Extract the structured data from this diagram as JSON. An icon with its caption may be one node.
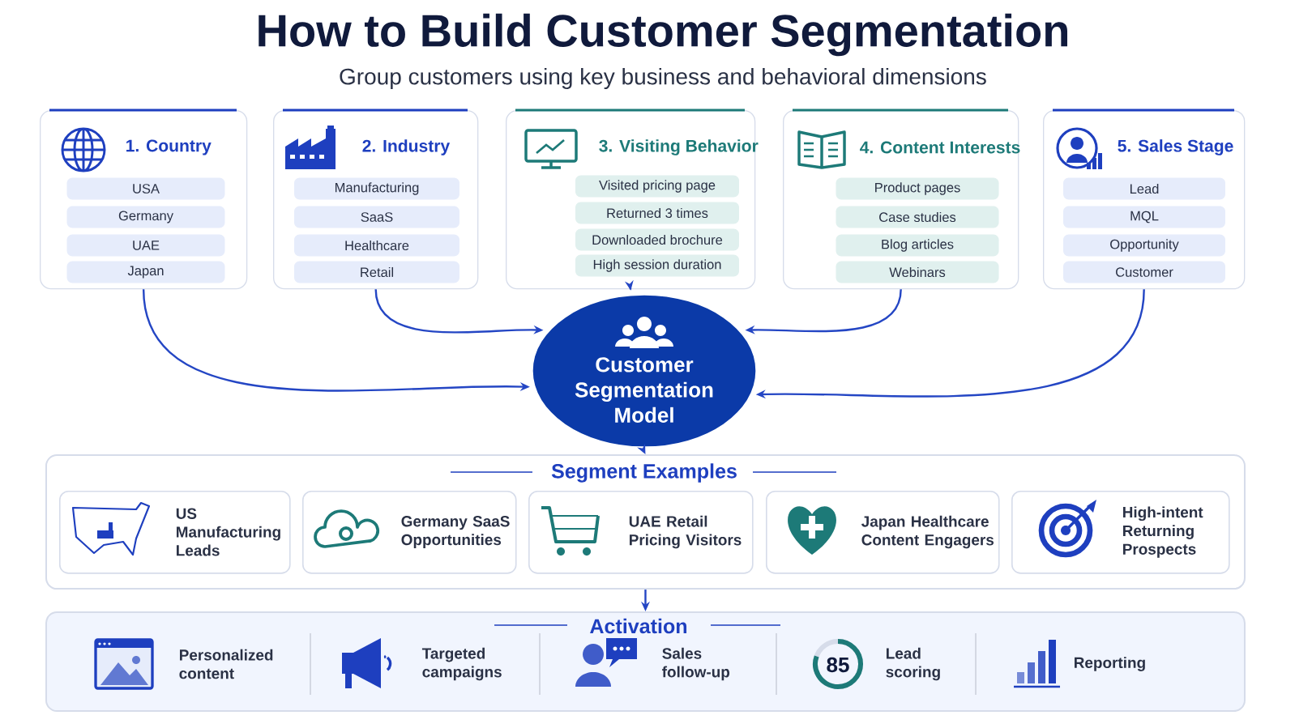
{
  "diagram": {
    "title": "How to Build Customer Segmentation",
    "nodes": [
      {
        "text": [
          "1. Country"
        ]
      },
      {
        "text": [
          "USA"
        ],
        "in": 0
      },
      {
        "text": [
          "Germany"
        ],
        "in": 0
      },
      {
        "text": [
          "UAE"
        ],
        "in": 0
      },
      {
        "text": [
          "Japan"
        ],
        "in": 0
      },
      {
        "text": [
          "2. Industry"
        ]
      },
      {
        "text": [
          "Manufacturing"
        ],
        "in": 5
      },
      {
        "text": [
          "SaaS"
        ],
        "in": 5
      },
      {
        "text": [
          "Healthcare"
        ],
        "in": 5
      },
      {
        "text": [
          "Retail"
        ],
        "in": 5
      },
      {
        "text": [
          "3. Visiting Behavior"
        ]
      },
      {
        "text": [
          "Visited pricing page"
        ],
        "in": 10
      },
      {
        "text": [
          "Returned 3 times"
        ],
        "in": 10
      },
      {
        "text": [
          "Downloaded brochure"
        ],
        "in": 10
      },
      {
        "text": [
          "High session duration"
        ],
        "in": 10
      },
      {
        "text": [
          "4. Content Interests"
        ]
      },
      {
        "text": [
          "Product pages"
        ],
        "in": 15
      },
      {
        "text": [
          "Case studies"
        ],
        "in": 15
      },
      {
        "text": [
          "Blog articles"
        ],
        "in": 15
      },
      {
        "text": [
          "Webinars"
        ],
        "in": 15
      },
      {
        "text": [
          "5. Sales Stage"
        ]
      },
      {
        "text": [
          "Lead"
        ],
        "in": 20
      },
      {
        "text": [
          "MQL"
        ],
        "in": 20
      },
      {
        "text": [
          "Opportunity"
        ],
        "in": 20
      },
      {
        "text": [
          "Customer"
        ],
        "in": 20
      },
      {
        "text": [
          "Customer Segmentation Model"
        ]
      },
      {
        "text": [
          "Segment Examples"
        ]
      },
      {
        "text": [
          "US Manufacturing Leads"
        ],
        "in": 26
      },
      {
        "text": [
          "Germany SaaS Opportunities"
        ],
        "in": 26
      },
      {
        "text": [
          "UAE Retail Pricing Visitors"
        ],
        "in": 26
      },
      {
        "text": [
          "Japan Healthcare Content Engagers"
        ],
        "in": 26
      },
      {
        "text": [
          "High-intent Returning Prospects"
        ],
        "in": 26
      },
      {
        "text": [
          "Activation"
        ]
      }
    ],
    "edges": [
      {
        "from": 0,
        "to": 25,
        "arrow": "to"
      },
      {
        "from": 5,
        "to": 25,
        "arrow": "to"
      },
      {
        "from": 10,
        "to": 25,
        "arrow": "to"
      },
      {
        "from": 15,
        "to": 25,
        "arrow": "to"
      },
      {
        "from": 20,
        "to": 25,
        "arrow": "to"
      },
      {
        "from": 25,
        "to": 26,
        "arrow": "to"
      },
      {
        "from": 26,
        "to": 32,
        "arrow": "to"
      }
    ],
    "labels": [
      "Group customers using key business and behavioral dimensions",
      "Personalized content",
      "Targeted campaigns",
      "Sales follow-up",
      "85",
      "Lead scoring",
      "Reporting"
    ]
  }
}
